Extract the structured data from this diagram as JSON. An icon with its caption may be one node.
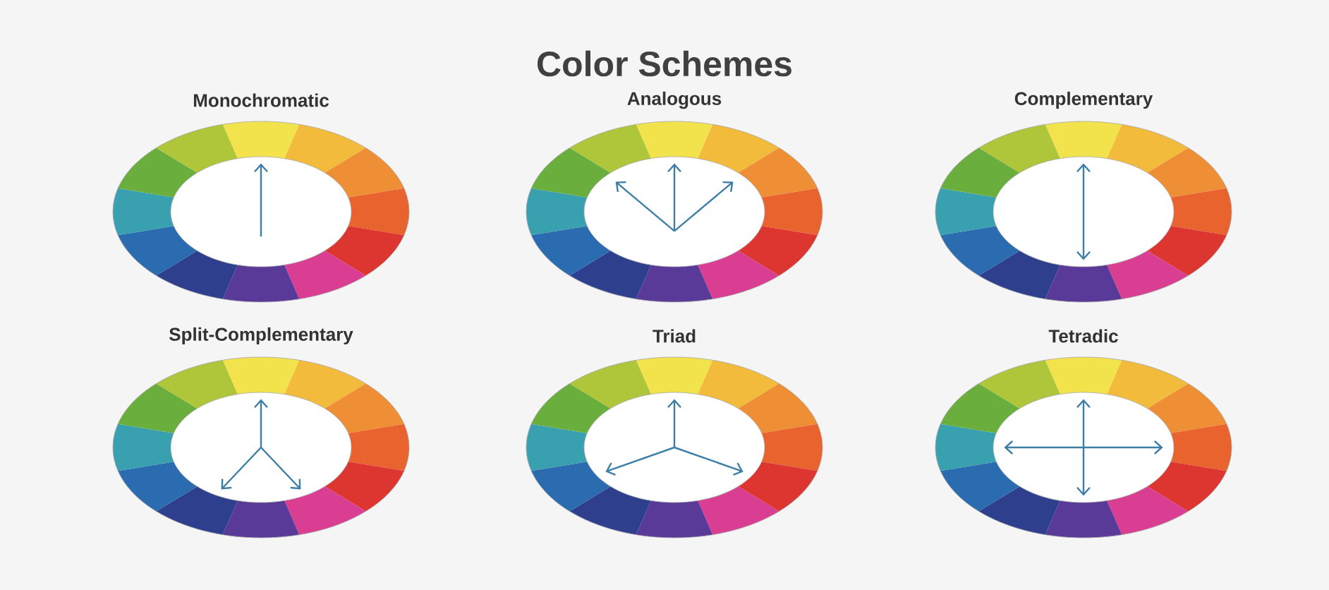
{
  "diagram": {
    "title": "Color Schemes",
    "labels": [
      "Monochromatic",
      "Analogous",
      "Complementary",
      "Split-Complementary",
      "Triad",
      "Tetradic"
    ]
  }
}
